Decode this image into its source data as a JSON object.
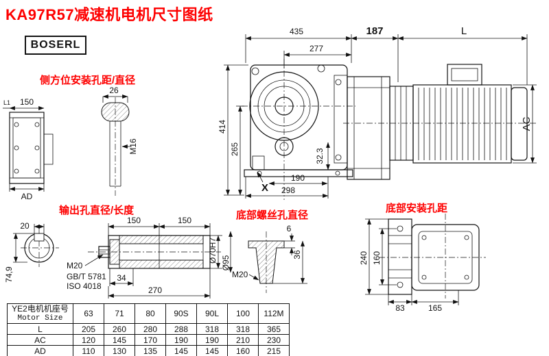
{
  "title": "KA97R57减速机电机尺寸图纸",
  "logo": "BOSERL",
  "labels": {
    "side_mount": "侧方位安装孔距/直径",
    "output_hole": "输出孔直径/长度",
    "bottom_screw": "底部螺丝孔直径",
    "bottom_mount": "底部安装孔距"
  },
  "colors": {
    "accent_red": "#fe0000",
    "line": "#111111"
  },
  "main_view": {
    "width_total": "435",
    "width_inner": "277",
    "height_total": "414",
    "height_inner": "265",
    "dim_32_3": "32.3",
    "detail_x": "X",
    "foot_spacing": "190",
    "base_width": "298"
  },
  "motor_view": {
    "flange_len": "187",
    "motor_len": "L",
    "motor_diameter": "AC"
  },
  "side_view": {
    "l1": "L1",
    "width": "150",
    "ad": "AD",
    "slot_width": "26",
    "thread": "M16"
  },
  "output_view": {
    "key_width": "20",
    "len1": "150",
    "len2": "150",
    "across": "74,9",
    "thread": "M20",
    "std1": "GB/T 5781",
    "std2": "ISO 4018",
    "bolt_len": "34",
    "total_len": "270",
    "bore": "Ø70H7",
    "outer": "Ø95"
  },
  "screw_view": {
    "step": "6",
    "depth": "36",
    "thread": "M20"
  },
  "bottom_view": {
    "height": "240",
    "hole_spacing_v": "160",
    "hole_x1": "83",
    "hole_x2": "165"
  },
  "table": {
    "header_cn": "YE2电机机座号",
    "header_en": "Motor Size",
    "frame_sizes": [
      "63",
      "71",
      "80",
      "90S",
      "90L",
      "100",
      "112M"
    ],
    "rows": [
      {
        "label": "L",
        "values": [
          "205",
          "260",
          "280",
          "288",
          "318",
          "318",
          "365"
        ]
      },
      {
        "label": "AC",
        "values": [
          "120",
          "145",
          "170",
          "190",
          "190",
          "210",
          "230"
        ]
      },
      {
        "label": "AD",
        "values": [
          "110",
          "130",
          "135",
          "145",
          "145",
          "160",
          "215"
        ]
      }
    ]
  }
}
